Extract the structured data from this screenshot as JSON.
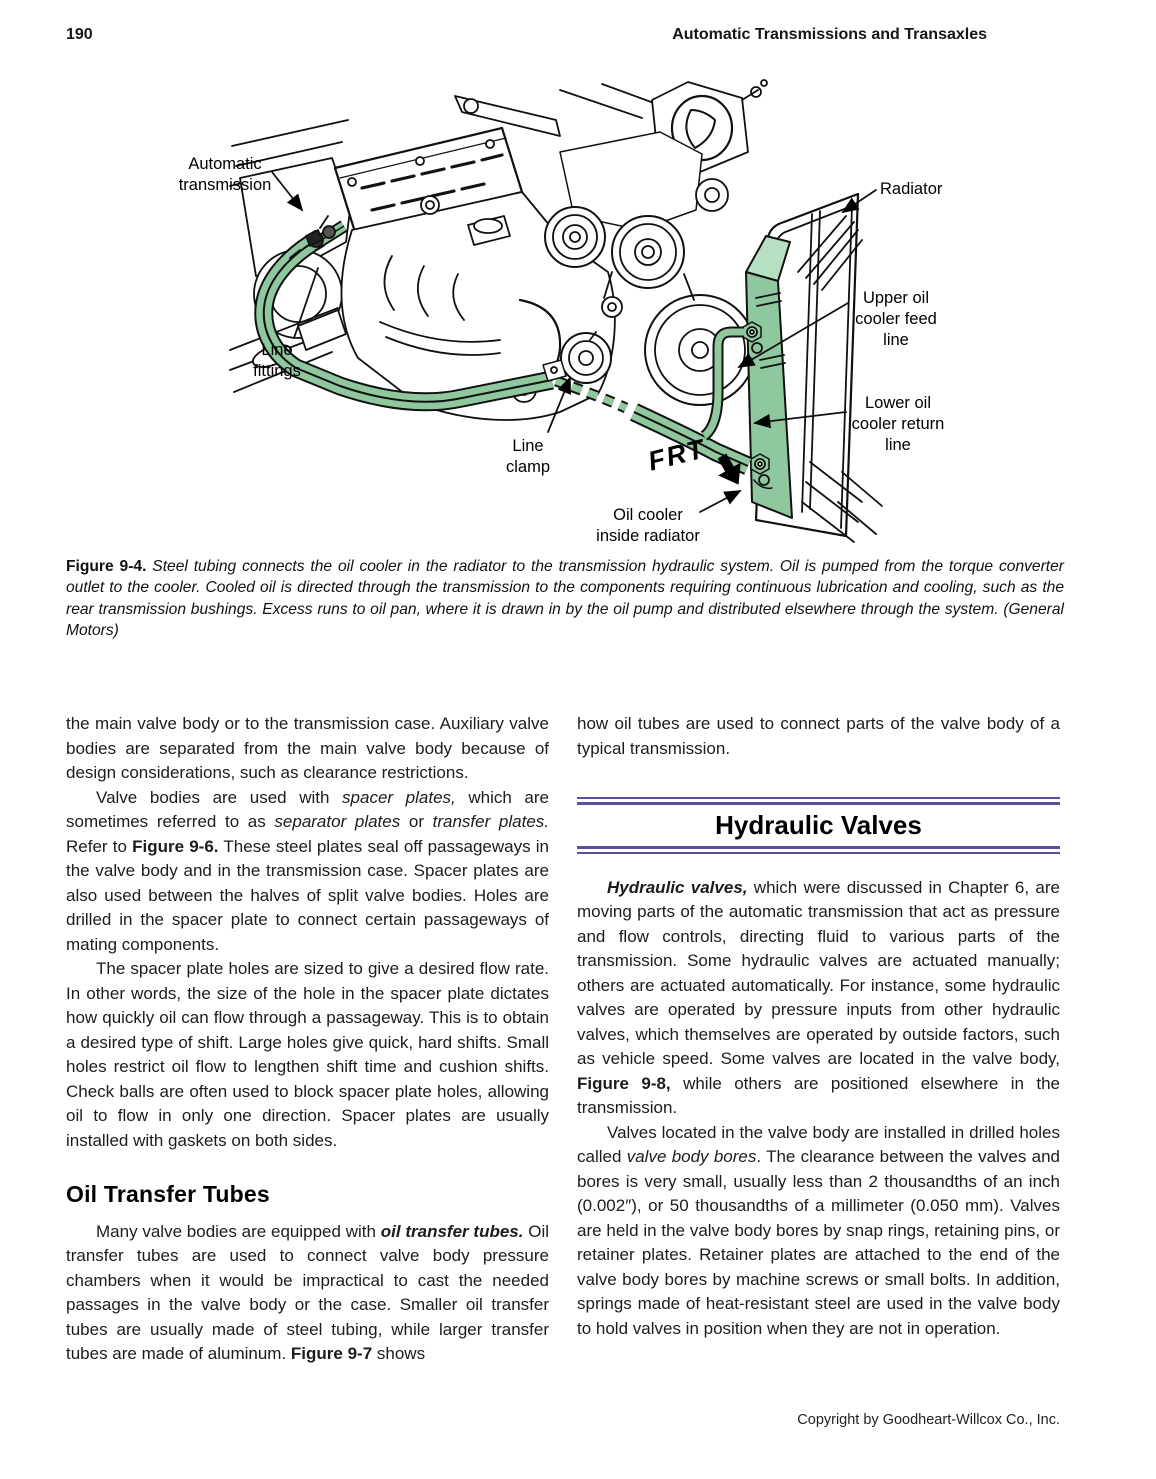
{
  "page": {
    "number": "190",
    "running_head": "Automatic Transmissions and Transaxles",
    "footer": "Copyright by Goodheart-Willcox Co., Inc."
  },
  "figure": {
    "labels": {
      "auto_trans": "Automatic\ntransmission",
      "radiator": "Radiator",
      "upper_oil": "Upper oil\ncooler feed\nline",
      "lower_oil": "Lower oil\ncooler return\nline",
      "line_fittings": "Line\nfittings",
      "line_clamp": "Line\nclamp",
      "oil_cooler": "Oil cooler\ninside radiator",
      "frt": "FRT"
    },
    "caption_lead": "Figure 9-4.",
    "caption_text": "Steel tubing connects the oil cooler in the radiator to the transmission hydraulic system. Oil is pumped from the torque converter outlet to the cooler. Cooled oil is directed through the transmission to the components requiring continuous lubrication and cooling, such as the rear transmission bushings. Excess runs to oil pan, where it is drawn in by the oil pump and distributed elsewhere through the system. (General Motors)",
    "colors": {
      "tube_green": "#8fc79e",
      "tube_green_light": "#b7dfc1",
      "rule_purple": "#5a4e9e"
    }
  },
  "columns": {
    "left": {
      "blocks": [
        {
          "type": "p",
          "indent": false,
          "segments": [
            {
              "t": "the main valve body or to the transmission case. Auxiliary valve bodies are separated from the main valve body because of design considerations, such as clearance restrictions."
            }
          ]
        },
        {
          "type": "p",
          "indent": true,
          "segments": [
            {
              "t": "Valve bodies are used with "
            },
            {
              "t": "spacer plates,",
              "i": true
            },
            {
              "t": " which are sometimes referred to as "
            },
            {
              "t": "separator plates",
              "i": true
            },
            {
              "t": " or "
            },
            {
              "t": "transfer plates.",
              "i": true
            },
            {
              "t": " Refer to "
            },
            {
              "t": "Figure 9-6.",
              "b": true
            },
            {
              "t": " These steel plates seal off passageways in the valve body and in the transmission case. Spacer plates are also used between the halves of split valve bodies. Holes are drilled in the spacer plate to connect certain passageways of mating components."
            }
          ]
        },
        {
          "type": "p",
          "indent": true,
          "segments": [
            {
              "t": "The spacer plate holes are sized to give a desired flow rate. In other words, the size of the hole in the spacer plate dictates how quickly oil can flow through a passageway. This is to obtain a desired type of shift. Large holes give quick, hard shifts. Small holes restrict oil flow to lengthen shift time and cushion shifts. Check balls are often used to block spacer plate holes, allowing oil to flow in only one direction. Spacer plates are usually installed with gaskets on both sides."
            }
          ]
        },
        {
          "type": "h2",
          "text": "Oil Transfer Tubes"
        },
        {
          "type": "p",
          "indent": true,
          "segments": [
            {
              "t": "Many valve bodies are equipped with "
            },
            {
              "t": "oil transfer tubes.",
              "b": true,
              "i": true
            },
            {
              "t": " Oil transfer tubes are used to connect valve body pressure chambers when it would be impractical to cast the needed passages in the valve body or the case. Smaller oil transfer tubes are usually made of steel tubing, while larger transfer tubes are made of aluminum. "
            },
            {
              "t": "Figure 9-7",
              "b": true
            },
            {
              "t": " shows"
            }
          ]
        }
      ]
    },
    "right": {
      "blocks": [
        {
          "type": "p",
          "indent": false,
          "segments": [
            {
              "t": "how oil tubes are used to connect parts of the valve body of a typical transmission."
            }
          ]
        },
        {
          "type": "rule-heading",
          "text": "Hydraulic Valves"
        },
        {
          "type": "p",
          "indent": true,
          "segments": [
            {
              "t": "Hydraulic valves,",
              "b": true,
              "i": true
            },
            {
              "t": " which were discussed in Chapter 6, are moving parts of the automatic transmission that act as pressure and flow controls, directing fluid to various parts of the transmission. Some hydraulic valves are actuated manually; others are actuated automatically. For instance, some hydraulic valves are operated by pressure inputs from other hydraulic valves, which themselves are operated by outside factors, such as vehicle speed. Some valves are located in the valve body, "
            },
            {
              "t": "Figure 9-8,",
              "b": true
            },
            {
              "t": " while others are positioned elsewhere in the transmission."
            }
          ]
        },
        {
          "type": "p",
          "indent": true,
          "segments": [
            {
              "t": "Valves located in the valve body are installed in drilled holes called "
            },
            {
              "t": "valve body bores",
              "i": true
            },
            {
              "t": ". The clearance between the valves and bores is very small, usually less than 2 thousandths of an inch (0.002″), or 50 thousandths of a millimeter (0.050 mm). Valves are held in the valve body bores by snap rings, retaining pins, or retainer plates. Retainer plates are attached to the end of the valve body bores by machine screws or small bolts. In addition, springs made of heat-resistant steel are used in the valve body to hold valves in position when they are not in operation."
            }
          ]
        }
      ]
    }
  }
}
